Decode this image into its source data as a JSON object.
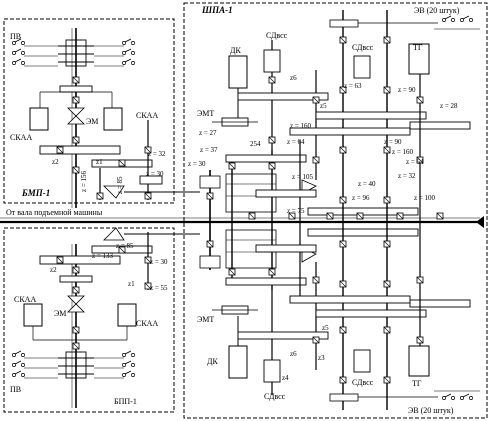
{
  "blocks": {
    "shpa": "ШПА-1",
    "bmp": "БМП-1",
    "bpp": "БПП-1"
  },
  "labels": {
    "pv_top": "ПВ",
    "pv_bottom": "ПВ",
    "skaa_tl": "СКАА",
    "skaa_tr": "СКАА",
    "skaa_bl": "СКАА",
    "skaa_br": "СКАА",
    "em_top": "ЭМ",
    "em_bottom": "ЭМ",
    "dk_top": "ДК",
    "dk_bottom": "ДК",
    "emt_top": "ЭМТ",
    "emt_bottom": "ЭМТ",
    "sd_top1": "СДвсс",
    "sd_top2": "СДвсс",
    "sd_bot1": "СДвсс",
    "sd_bot2": "СДвсс",
    "tg_top": "ТГ",
    "tg_bottom": "ТГ",
    "ev_top": "ЭВ (20 штук)",
    "ev_bottom": "ЭВ (20 штук)",
    "from_shaft": "От вала подъемной машины"
  },
  "gears": {
    "z156": "z = 156",
    "z85a": "z = 85",
    "z30a": "z = 30",
    "z32a": "z = 32",
    "z1a": "z1",
    "z2a": "z2",
    "z133": "z = 133",
    "z85b": "z = 85",
    "z30b": "z = 30",
    "z55": "z = 55",
    "z2b": "z2",
    "z1b": "z1",
    "z27": "z = 27",
    "z30c": "z = 30",
    "z37": "z = 37",
    "z254": "254",
    "z160a": "z = 160",
    "z64a": "z = 64",
    "z63": "z = 63",
    "z90a": "z = 90",
    "z28": "z = 28",
    "z90b": "z = 90",
    "z160b": "z = 160",
    "z64b": "z = 64",
    "z32b": "z = 32",
    "z105": "z = 105",
    "z40": "z = 40",
    "z75": "z = 75",
    "z96": "z = 96",
    "z100": "z = 100",
    "z6": "z6",
    "z5": "z5",
    "z3": "z3",
    "z4": "z4",
    "z6b": "z6",
    "z5b": "z5"
  }
}
